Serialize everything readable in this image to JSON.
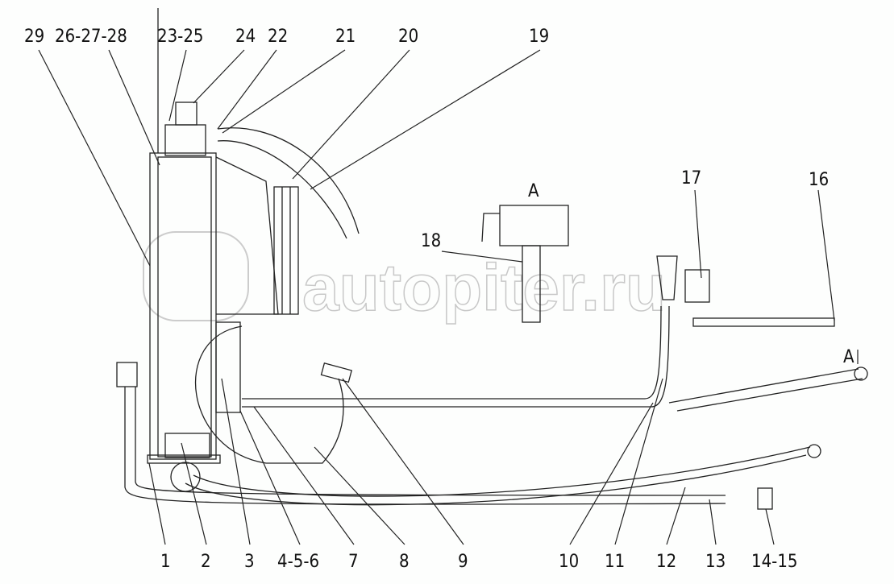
{
  "diagram": {
    "top_labels": [
      "29",
      "26-27-28",
      "23-25",
      "24",
      "22",
      "21",
      "20",
      "19"
    ],
    "right_labels": [
      "17",
      "16"
    ],
    "view_label": "A",
    "valve_label": "18",
    "section_marker": "A",
    "bottom_labels": [
      "1",
      "2",
      "3",
      "4-5-6",
      "7",
      "8",
      "9",
      "10",
      "11",
      "12",
      "13",
      "14-15"
    ],
    "watermark": "autopiter.ru"
  }
}
